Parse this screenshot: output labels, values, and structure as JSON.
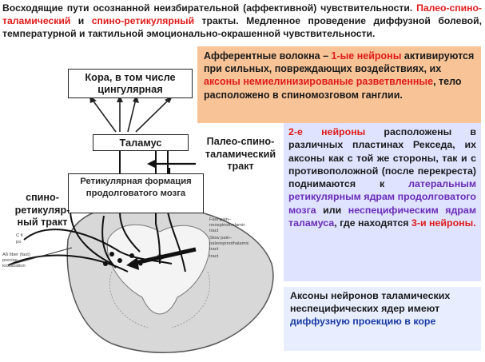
{
  "intro": {
    "line1": "Восходящие пути осознанной неизбирательной (аффективной) чувствительности.",
    "tract1": "Палео-спино-таламический",
    "and": " и ",
    "tract2": "спино-ретикулярный",
    "tail": " тракты. Медленное проведение диффузной болевой, температурной и тактильной эмоционально-окрашенной чувствительности."
  },
  "afferent_box": {
    "p1": "Афферентные волокна – ",
    "p2": "1-ые нейроны",
    "p3": " активируются при сильных, повреждающих воздействиях, их ",
    "p4": "аксоны немиелинизированые разветвленные",
    "p5": ", тело расположено в спиномозговом ганглии."
  },
  "second_box": {
    "p1": "2-е нейроны",
    "p2": " расположены в различных пластинах Рекседа, их аксоны как с той же стороны, так и с противоположной (после перекреста) поднимаются к ",
    "p3": "латеральным ретикулярным ядрам продолговатого мозга",
    "p4": " или ",
    "p5": "неспецифическим ядрам таламуса",
    "p6": ", где находятся ",
    "p7": "3-и нейроны."
  },
  "axons_box": {
    "p1": "Аксоны нейронов таламических неспецифических ядер имеют ",
    "p2": "диффузную проекцию в коре"
  },
  "diagram_labels": {
    "cortex": "Кора, в том числе цингулярная",
    "thalamus": "Таламус",
    "reticular": "Ретикулярная формация продолговатого мозга",
    "paleo_tract": "Палео-спино-таламический тракт",
    "spino_tract": "спино-ретикуляр-ный тракт"
  },
  "tiny_labels": {
    "c_fiber": "C fi",
    "po": "po",
    "ab_fiber": "Aδ fiber (fast)",
    "precise": "precise",
    "localization": "localization",
    "fast_pain": "Fast pain–",
    "neospino": "neospinothalamic",
    "tract1": "tract",
    "slow_pain": "Slow pain–",
    "paleospino": "paleospinothalamic",
    "tract2": "tract",
    "tract3": "tract"
  },
  "colors": {
    "red": "#e01b1b",
    "violet": "#6a2bb8",
    "blue": "#1a3aa6",
    "afferent_bg": "#f8c396",
    "second_bg": "#dfe3ff",
    "axons_bg": "#e8eeff"
  }
}
